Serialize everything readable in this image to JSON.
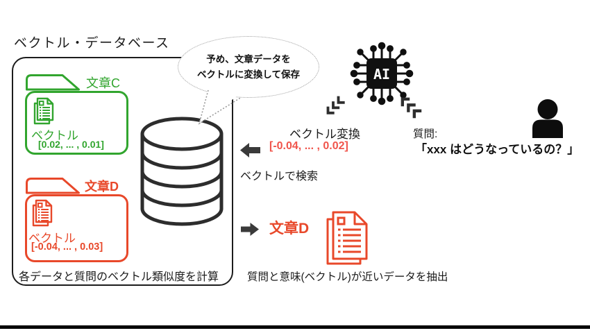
{
  "title": "ベクトル・データベース",
  "speech_bubble": {
    "line1": "予め、文章データを",
    "line2": "ベクトルに変換して保存"
  },
  "vector_db_box": {
    "document_c": {
      "label": "文章C",
      "vector_label": "ベクトル",
      "vector_value": "[0.02, ... , 0.01]"
    },
    "document_d": {
      "label": "文章D",
      "vector_label": "ベクトル",
      "vector_value": "[-0.04, ... , 0.03]"
    },
    "footer_caption": "各データと質問のベクトル類似度を計算"
  },
  "ai": {
    "chip_label": "AI"
  },
  "query_flow": {
    "conversion_label": "ベクトル変換",
    "query_vector_value": "[-0.04, ... , 0.02]",
    "search_caption": "ベクトルで検索",
    "question_label": "質問:",
    "question_text": "「xxx はどうなっているの？」"
  },
  "result_flow": {
    "result_doc_label": "文章D",
    "result_caption": "質問と意味(ベクトル)が近いデータを抽出"
  },
  "colors": {
    "green": "#31a52e",
    "orange_red": "#e8482a",
    "query_red": "#f0544b",
    "ink": "#1b1b1b"
  },
  "icons": {
    "database-icon": "stacked-cylinder-database",
    "ai-chip-icon": "black chip with AI label and circuit pins",
    "person-icon": "black person silhouette",
    "document-c-icon": "green paper sheets with list lines",
    "document-d-icon": "red paper sheets with list lines",
    "result-document-icon": "red paper sheets with list lines (large)",
    "left-arrow-icon": "solid dark left arrow",
    "right-arrow-icon": "solid dark right arrow",
    "chevrons-to-db-icon": "triple corner chevrons pointing down-left",
    "chevrons-to-ai-icon": "triple corner chevrons pointing up-left",
    "folder-tab-shape": "open folder tab trapezoid",
    "speech-bubble": "dotted ellipse balloon with tail"
  }
}
